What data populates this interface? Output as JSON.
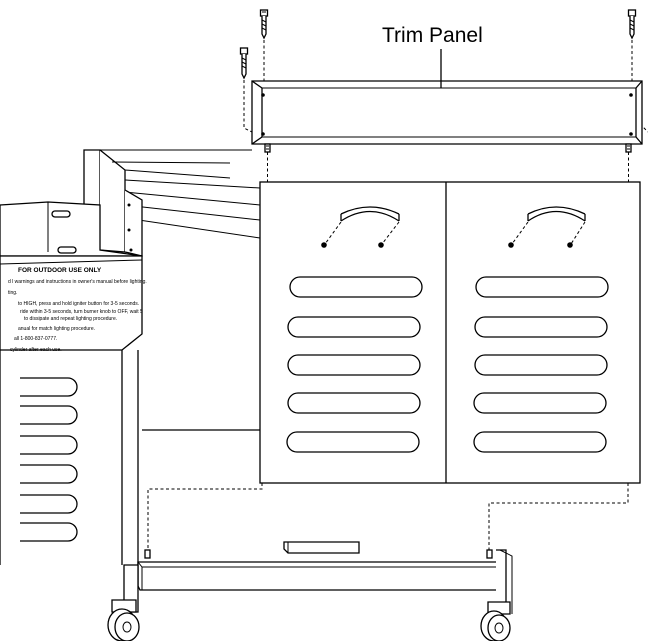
{
  "diagram": {
    "callout_label": "Trim Panel",
    "warning_label": {
      "heading": "FOR OUTDOOR USE ONLY",
      "lines": [
        "d l warnings and instructions in owner's manual before lighting.",
        "ting.",
        "to HIGH, press and hold igniter button for 3-5 seconds.",
        "ride within 3-5 seconds, turn burner knob to OFF, wait 5",
        "to dissipate and repeat lighting procedure.",
        "anual for match lighting procedure.",
        "all 1-800-837-0777.",
        "cylinder after each use."
      ]
    }
  }
}
